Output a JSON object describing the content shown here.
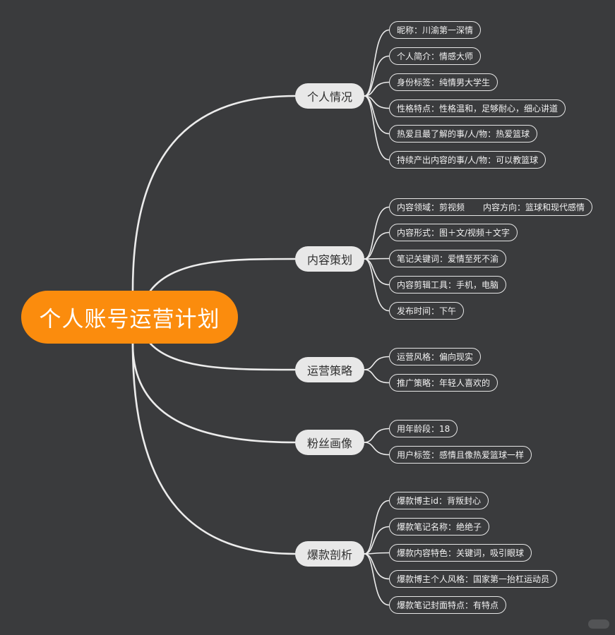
{
  "root": {
    "label": "个人账号运营计划"
  },
  "branches": [
    {
      "label": "个人情况",
      "leaves": [
        [
          "昵称：川渝第一深情"
        ],
        [
          "个人简介：情感大师"
        ],
        [
          "身份标签：纯情男大学生"
        ],
        [
          "性格特点：性格温和，足够耐心，细心讲道"
        ],
        [
          "热爱且最了解的事/人/物：热爱篮球"
        ],
        [
          "持续产出内容的事/人/物：可以教篮球"
        ]
      ]
    },
    {
      "label": "内容策划",
      "leaves": [
        [
          "内容领域：剪视频",
          "内容方向：篮球和现代感情"
        ],
        [
          "内容形式：图＋文/视频＋文字"
        ],
        [
          "笔记关键词：爱情至死不渝"
        ],
        [
          "内容剪辑工具：手机，电脑"
        ],
        [
          "发布时间：下午"
        ]
      ]
    },
    {
      "label": "运营策略",
      "leaves": [
        [
          "运营风格：偏向现实"
        ],
        [
          "推广策略：年轻人喜欢的"
        ]
      ]
    },
    {
      "label": "粉丝画像",
      "leaves": [
        [
          "用年龄段：18"
        ],
        [
          "用户标签：感情且像热爱篮球一样"
        ]
      ]
    },
    {
      "label": "爆款剖析",
      "leaves": [
        [
          "爆款博主id：背叛封心"
        ],
        [
          "爆款笔记名称：绝绝子"
        ],
        [
          "爆款内容特色：关键词，吸引眼球"
        ],
        [
          "爆款博主个人风格：国家第一抬杠运动员"
        ],
        [
          "爆款笔记封面特点：有特点"
        ]
      ]
    }
  ],
  "colors": {
    "background": "#3a3b3d",
    "root_fill": "#fb8c0d",
    "branch_fill": "#e8e8e8",
    "line": "#ececec"
  }
}
